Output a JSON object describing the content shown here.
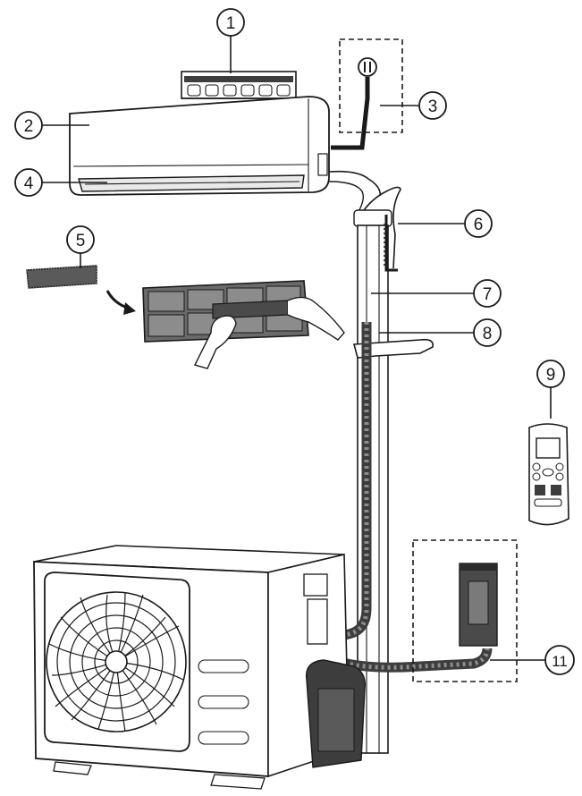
{
  "diagram": {
    "colors": {
      "line": "#1a1a1a",
      "dark_fill": "#3d3d3d",
      "mid_fill": "#8c8c8c",
      "light_fill": "#e9e9e9",
      "background": "#ffffff"
    },
    "callouts": [
      {
        "id": "c1",
        "label": "1"
      },
      {
        "id": "c2",
        "label": "2"
      },
      {
        "id": "c3",
        "label": "3"
      },
      {
        "id": "c4",
        "label": "4"
      },
      {
        "id": "c5",
        "label": "5"
      },
      {
        "id": "c6",
        "label": "6"
      },
      {
        "id": "c7",
        "label": "7"
      },
      {
        "id": "c8",
        "label": "8"
      },
      {
        "id": "c9",
        "label": "9"
      },
      {
        "id": "c11",
        "label": "11"
      }
    ],
    "components": [
      "mounting-plate-icon",
      "indoor-unit-icon",
      "power-plug-icon",
      "louver-icon",
      "filter-strip-icon",
      "air-filter-icon",
      "wall-pipe-icon",
      "refrigerant-pipe-icon",
      "drain-hose-icon",
      "remote-control-icon",
      "outdoor-unit-icon",
      "fan-grille-icon",
      "wall-controller-icon"
    ]
  }
}
